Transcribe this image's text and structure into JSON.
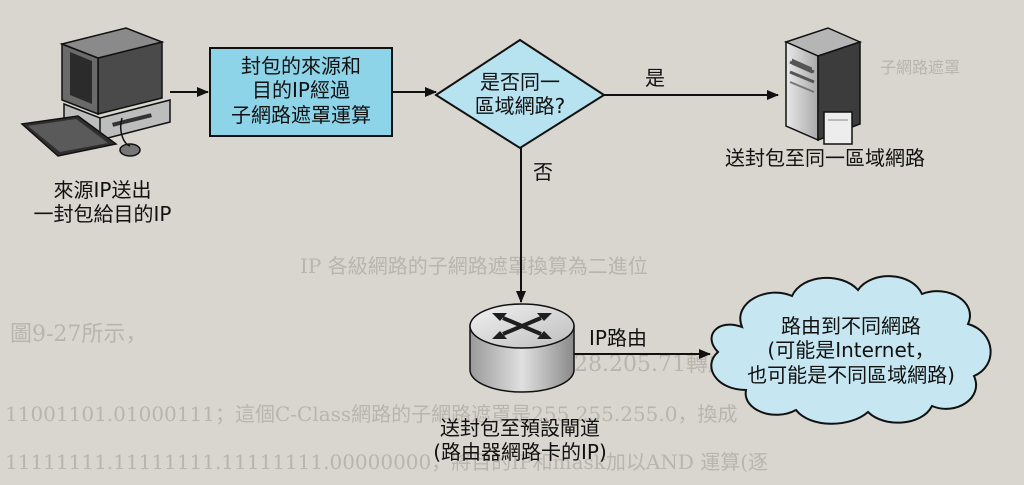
{
  "colors": {
    "page_bg": "#d9d6cf",
    "process_fill": "#8ed4e8",
    "decision_fill": "#b7e3f1",
    "cloud_fill": "#c6e7f2",
    "line": "#111111"
  },
  "background_text": [
    "IP 各級網路的子網路遮罩換算為二進位",
    "圖9-27所示，",
    "128.205.71轉成二進位就是：11000",
    "11001101.01000111；這個C-Class網路的子網路遮罩是255.255.255.0，換成",
    "11111111.11111111.11111111.00000000，將目的IP和mask加以AND 運算(逐",
    "子網路遮罩"
  ],
  "nodes": {
    "source_caption": "來源IP送出\n一封包給目的IP",
    "process_box": "封包的來源和\n目的IP經過\n子網路遮罩運算",
    "decision": "是否同一\n區域網路?",
    "yes_label": "是",
    "no_label": "否",
    "server_caption": "送封包至同一區域網路",
    "ip_routing_label": "IP路由",
    "router_caption": "送封包至預設閘道\n(路由器網路卡的IP)",
    "cloud_text": "路由到不同網路\n(可能是Internet，\n也可能是不同區域網路)"
  },
  "icons": {
    "source": "desktop-computer-icon",
    "server": "server-tower-icon",
    "router": "router-icon"
  }
}
